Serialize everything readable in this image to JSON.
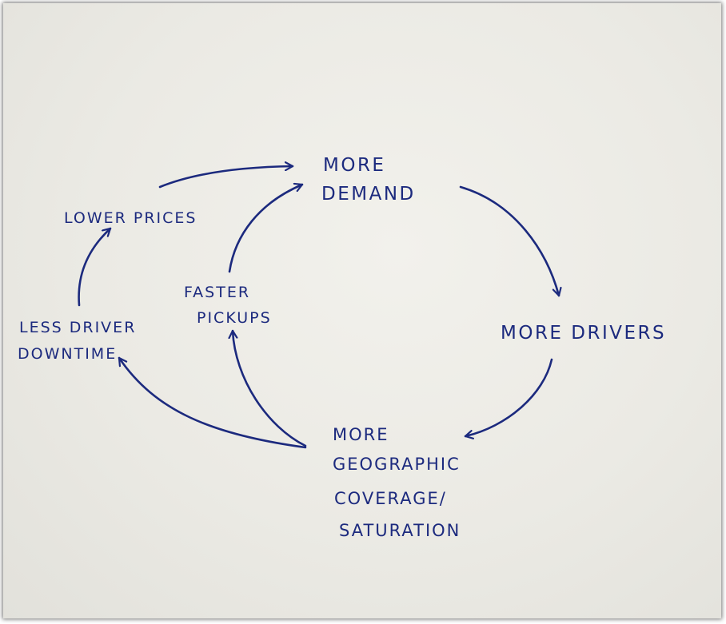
{
  "nodes": {
    "more_demand": [
      "MORE",
      "DEMAND"
    ],
    "more_drivers": "MORE DRIVERS",
    "more_coverage": [
      "MORE",
      "GEOGRAPHIC",
      "COVERAGE/",
      "SATURATION"
    ],
    "faster_pickups": [
      "FASTER",
      "PICKUPS"
    ],
    "less_downtime": [
      "LESS DRIVER",
      "DOWNTIME"
    ],
    "lower_prices": "LOWER PRICES"
  },
  "colors": {
    "ink": "#1c2a7e",
    "paper": "#ecebe5"
  }
}
